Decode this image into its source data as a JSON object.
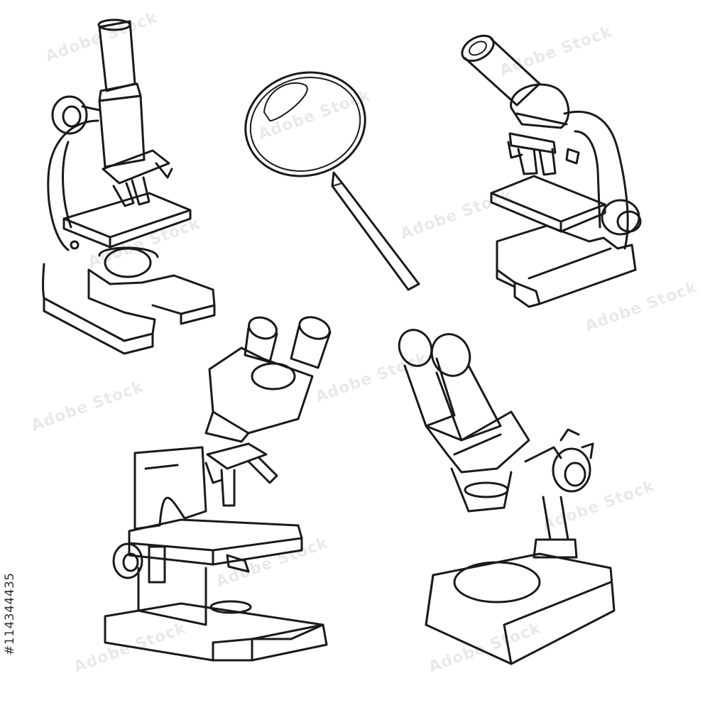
{
  "watermark": {
    "text": "Adobe Stock"
  },
  "stock_id": "#114344435",
  "objects": [
    {
      "name": "student-microscope",
      "icon": "microscope-icon"
    },
    {
      "name": "magnifying-glass",
      "icon": "magnifier-icon"
    },
    {
      "name": "monocular-microscope",
      "icon": "microscope-icon"
    },
    {
      "name": "binocular-compound-microscope",
      "icon": "microscope-icon"
    },
    {
      "name": "stereo-microscope",
      "icon": "microscope-icon"
    }
  ],
  "colors": {
    "ink": "#1a1a1a",
    "background": "#ffffff",
    "watermark": "#d8d8d8"
  }
}
